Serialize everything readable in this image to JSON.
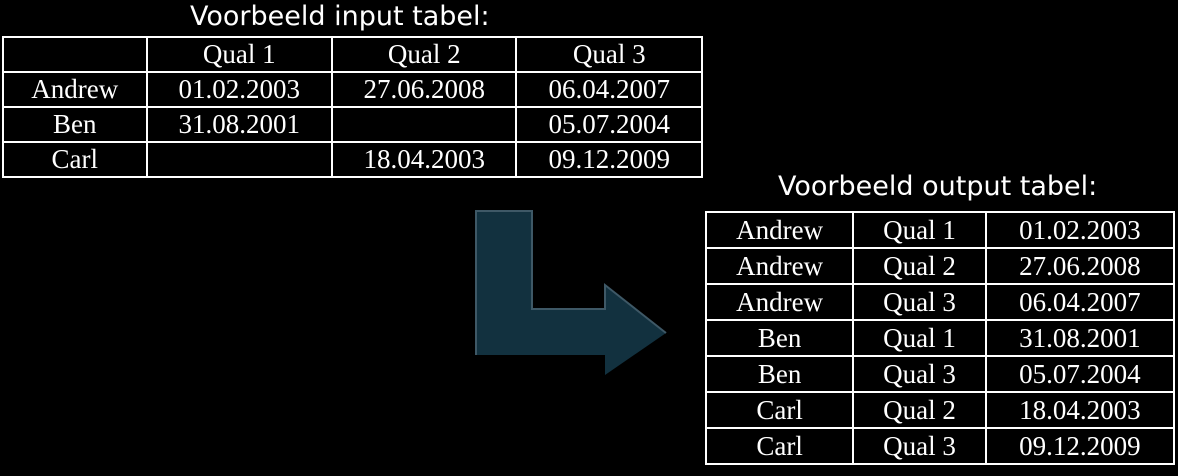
{
  "input_title": "Voorbeeld input tabel:",
  "output_title": "Voorbeeld output tabel:",
  "input_table": {
    "header": [
      "",
      "Qual 1",
      "Qual 2",
      "Qual 3"
    ],
    "rows": [
      [
        "Andrew",
        "01.02.2003",
        "27.06.2008",
        "06.04.2007"
      ],
      [
        "Ben",
        "31.08.2001",
        "",
        "05.07.2004"
      ],
      [
        "Carl",
        "",
        "18.04.2003",
        "09.12.2009"
      ]
    ]
  },
  "output_table": {
    "rows": [
      [
        "Andrew",
        "Qual 1",
        "01.02.2003"
      ],
      [
        "Andrew",
        "Qual 2",
        "27.06.2008"
      ],
      [
        "Andrew",
        "Qual 3",
        "06.04.2007"
      ],
      [
        "Ben",
        "Qual 1",
        "31.08.2001"
      ],
      [
        "Ben",
        "Qual 3",
        "05.07.2004"
      ],
      [
        "Carl",
        "Qual 2",
        "18.04.2003"
      ],
      [
        "Carl",
        "Qual 3",
        "09.12.2009"
      ]
    ]
  },
  "colors": {
    "background": "#000000",
    "text": "#ffffff",
    "arrow_fill": "#12313f",
    "arrow_highlight": "#3e5866"
  }
}
